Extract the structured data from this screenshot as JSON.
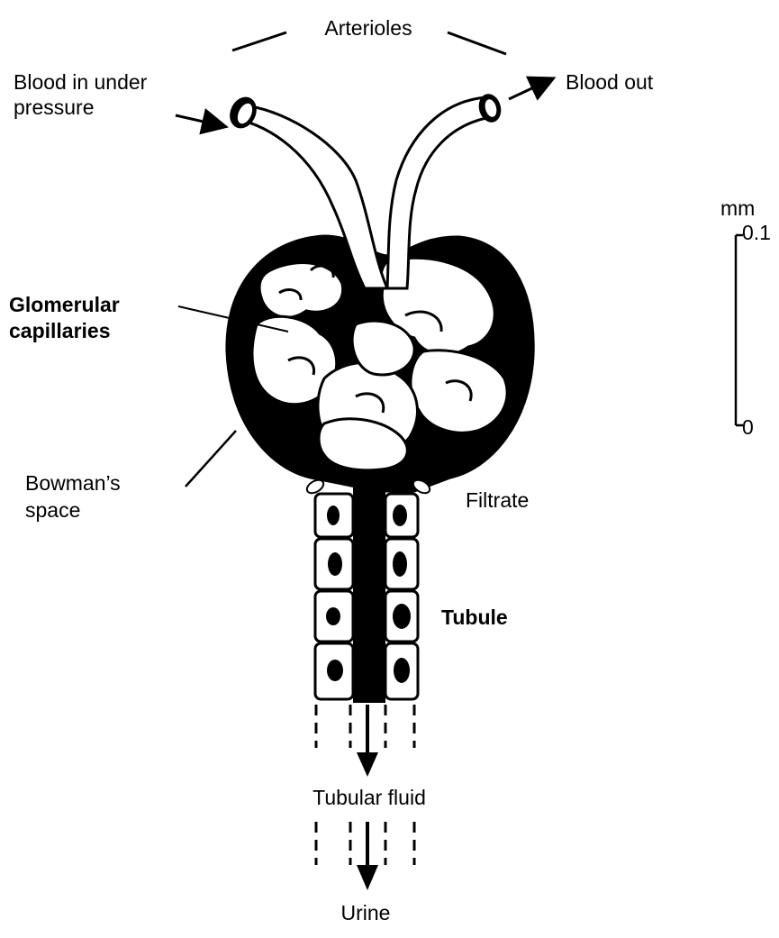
{
  "labels": {
    "arterioles": "Arterioles",
    "blood_in_line1": "Blood in under",
    "blood_in_line2": "pressure",
    "blood_out": "Blood out",
    "glomerular_line1": "Glomerular",
    "glomerular_line2": "capillaries",
    "bowmans_line1": "Bowman’s",
    "bowmans_line2": "space",
    "filtrate": "Filtrate",
    "tubule": "Tubule",
    "tubular_fluid": "Tubular fluid",
    "urine": "Urine"
  },
  "scale_bar": {
    "unit": "mm",
    "top_value": "0.1",
    "bottom_value": "0"
  }
}
